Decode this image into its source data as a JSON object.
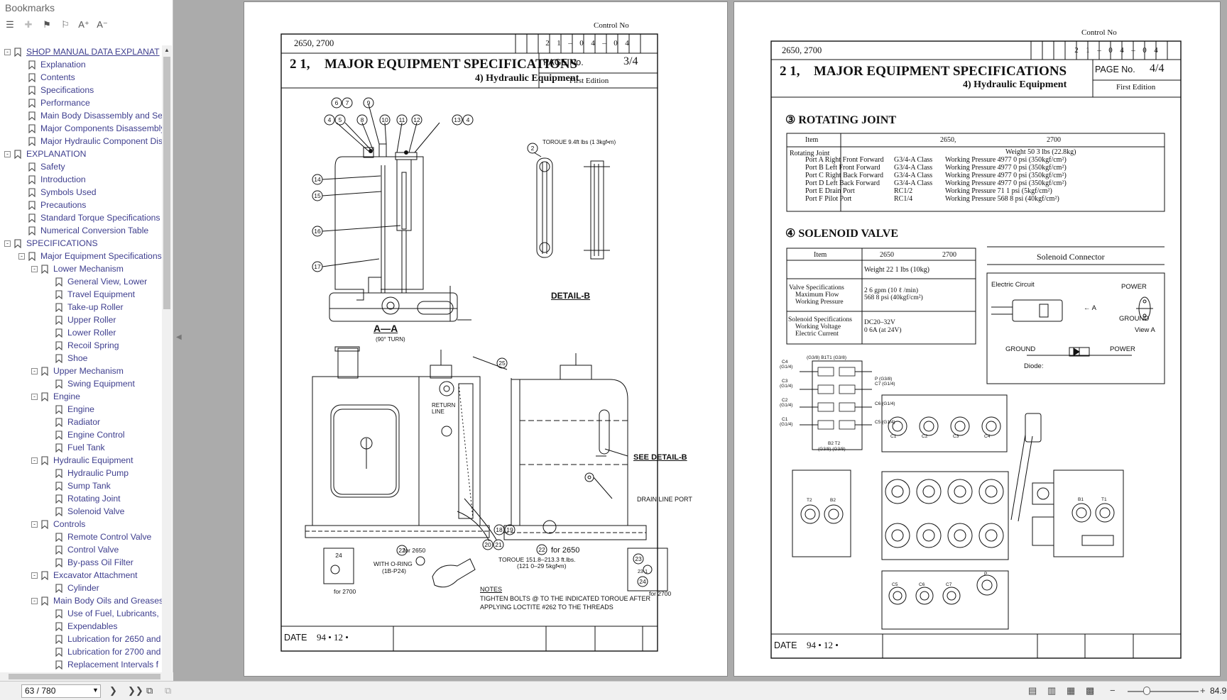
{
  "sidebar": {
    "title": "Bookmarks",
    "items": [
      {
        "label": "SHOP MANUAL  DATA EXPLANAT",
        "level": 0,
        "expander": "-",
        "selected": true
      },
      {
        "label": "Explanation",
        "level": 1
      },
      {
        "label": "Contents",
        "level": 1
      },
      {
        "label": "Specifications",
        "level": 1
      },
      {
        "label": "Performance",
        "level": 1
      },
      {
        "label": "Main Body Disassembly and Ser",
        "level": 1
      },
      {
        "label": "Major Components Disassembly",
        "level": 1
      },
      {
        "label": "Major Hydraulic Component Dis",
        "level": 1
      },
      {
        "label": "EXPLANATION",
        "level": 0,
        "expander": "-"
      },
      {
        "label": "Safety",
        "level": 1
      },
      {
        "label": "Introduction",
        "level": 1
      },
      {
        "label": "Symbols Used",
        "level": 1
      },
      {
        "label": "Precautions",
        "level": 1
      },
      {
        "label": "Standard Torque Specifications",
        "level": 1
      },
      {
        "label": "Numerical Conversion Table",
        "level": 1
      },
      {
        "label": "SPECIFICATIONS",
        "level": 0,
        "expander": "-"
      },
      {
        "label": "Major Equipment Specifications",
        "level": 1,
        "expander": "-"
      },
      {
        "label": "Lower Mechanism",
        "level": 2,
        "expander": "-"
      },
      {
        "label": "General View, Lower",
        "level": 3
      },
      {
        "label": "Travel Equipment",
        "level": 3
      },
      {
        "label": "Take-up Roller",
        "level": 3
      },
      {
        "label": "Upper Roller",
        "level": 3
      },
      {
        "label": "Lower Roller",
        "level": 3
      },
      {
        "label": "Recoil Spring",
        "level": 3
      },
      {
        "label": "Shoe",
        "level": 3
      },
      {
        "label": "Upper Mechanism",
        "level": 2,
        "expander": "-"
      },
      {
        "label": "Swing Equipment",
        "level": 3
      },
      {
        "label": "Engine",
        "level": 2,
        "expander": "-"
      },
      {
        "label": "Engine",
        "level": 3
      },
      {
        "label": "Radiator",
        "level": 3
      },
      {
        "label": "Engine Control",
        "level": 3
      },
      {
        "label": "Fuel Tank",
        "level": 3
      },
      {
        "label": "Hydraulic Equipment",
        "level": 2,
        "expander": "-"
      },
      {
        "label": "Hydraulic Pump",
        "level": 3
      },
      {
        "label": "Sump Tank",
        "level": 3
      },
      {
        "label": "Rotating Joint",
        "level": 3
      },
      {
        "label": "Solenoid Valve",
        "level": 3
      },
      {
        "label": "Controls",
        "level": 2,
        "expander": "-"
      },
      {
        "label": "Remote Control Valve",
        "level": 3
      },
      {
        "label": "Control Valve",
        "level": 3
      },
      {
        "label": "By-pass Oil Filter",
        "level": 3
      },
      {
        "label": "Excavator Attachment",
        "level": 2,
        "expander": "-"
      },
      {
        "label": "Cylinder",
        "level": 3
      },
      {
        "label": "Main Body Oils and Greases",
        "level": 2,
        "expander": "-"
      },
      {
        "label": "Use of Fuel, Lubricants,",
        "level": 3
      },
      {
        "label": "Expendables",
        "level": 3
      },
      {
        "label": "Lubrication for 2650 and",
        "level": 3
      },
      {
        "label": "Lubrication for 2700 and",
        "level": 3
      },
      {
        "label": "Replacement Intervals f",
        "level": 3
      }
    ]
  },
  "status": {
    "page_display": "63 / 780",
    "zoom": "84.92"
  },
  "page3": {
    "control_label": "Control No",
    "models": "2650,   2700",
    "control_digits": [
      "2",
      "1",
      "–",
      "0",
      "4",
      "–",
      "0",
      "4"
    ],
    "section": "2 1,",
    "title": "MAJOR EQUIPMENT SPECIFICATIONS",
    "subtitle": "4) Hydraulic Equipment",
    "page_label": "PAGE  No.",
    "page_num": "3/4",
    "edition": "First Edition",
    "labels": {
      "torque_top": "TOROUE 9.4ft lbs  (1 3kgf•m)",
      "detail_b": "DETAIL-B",
      "section_aa": "A—A",
      "turn": "(90° TURN)",
      "return_line": "RETURN LINE",
      "see_detail": "SEE DETAIL-B",
      "drain": "DRAIN LINE PORT",
      "for2650_a": "for 2650",
      "for2650_b": "for 2650",
      "oring": "WITH O-RING",
      "oring_spec": "(1B-P24)",
      "torque_bottom": "TOROUE 151.8–213.3 ft.lbs.",
      "torque_bottom_kgf": "(121 0–29 5kgf•m)",
      "for2700_a": "for 2700",
      "for2700_b": "for 2700",
      "notes": "NOTES",
      "notes_1": "TIGHTEN BOLTS @ TO THE INDICATED TOROUE AFTER",
      "notes_2": "APPLYING LOCTITE #262 TO THE THREADS"
    },
    "callouts": [
      "6",
      "7",
      "9",
      "4",
      "5",
      "8",
      "10",
      "11",
      "12",
      "13",
      "4",
      "14",
      "15",
      "16",
      "17",
      "2",
      "25",
      "18",
      "19",
      "20",
      "21",
      "22",
      "22",
      "23",
      "23-1",
      "24",
      "24"
    ],
    "date_label": "DATE",
    "date_value": "94  •  12  •"
  },
  "page4": {
    "control_label": "Control No",
    "models": "2650,   2700",
    "control_digits": [
      "2",
      "1",
      "–",
      "0",
      "4",
      "–",
      "0",
      "4"
    ],
    "section": "2 1,",
    "title": "MAJOR EQUIPMENT SPECIFICATIONS",
    "subtitle": "4) Hydraulic Equipment",
    "page_label": "PAGE  No.",
    "page_num": "4/4",
    "edition": "First Edition",
    "rotating": {
      "heading": "③ ROTATING JOINT",
      "col_item": "Item",
      "col_2650": "2650,",
      "col_2700": "2700",
      "row_label": "Rotating Joint",
      "weight": "Weight 50 3 lbs  (22.8kg)",
      "ports": [
        [
          "Port A  Right Front Forward",
          "G3/4-A Class",
          "Working Pressure 4977 0 psi (350kgf/cm²)"
        ],
        [
          "Port B  Left Front Forward",
          "G3/4-A Class",
          "Working Pressure 4977 0 psi (350kgf/cm²)"
        ],
        [
          "Port C  Right Back Forward",
          "G3/4-A Class",
          "Working Pressure 4977 0 psi (350kgf/cm²)"
        ],
        [
          "Port D  Left Back Forward",
          "G3/4-A Class",
          "Working Pressure 4977 0 psi (350kgf/cm²)"
        ],
        [
          "Port E  Drain Port",
          "RC1/2",
          "Working Pressure 71 1 psi (5kgf/cm²)"
        ],
        [
          "Port F  Pilot Port",
          "RC1/4",
          "Working Pressure 568 8 psi (40kgf/cm²)"
        ]
      ]
    },
    "solenoid": {
      "heading": "④ SOLENOID VALVE",
      "col_item": "Item",
      "col_2650": "2650",
      "col_2700": "2700",
      "weight": "Weight  22 1 lbs  (10kg)",
      "valve_label_1": "Valve Specifications",
      "valve_label_2": "Maximum Flow",
      "valve_label_3": "Working Pressure",
      "valve_val_1": "2 6 gpm (10 ℓ /min)",
      "valve_val_2": "568 8 psi (40kgf/cm²)",
      "sol_label_1": "Solenoid Specifications",
      "sol_label_2": "Working Voltage",
      "sol_label_3": "Electric Current",
      "sol_val_1": "DC20–32V",
      "sol_val_2": "0 6A (at 24V)",
      "connector_title": "Solenoid Connector",
      "circuit": "Electric Circuit",
      "power": "POWER",
      "ground": "GROUND",
      "view_a": "View A",
      "arrow_a": "← A",
      "ground2": "GROUND",
      "power2": "POWER",
      "diode": "Diode:"
    },
    "schematic_ports": [
      "C4",
      "(G1/4)",
      "C3",
      "(G1/4)",
      "C2",
      "(G1/4)",
      "C1",
      "(G1/4)",
      "(G3/8) B1T1 (G3/8)",
      "B2 T2",
      "(G3/8) (G3/8)",
      "P (G3/8)",
      "C7 (G1/4)",
      "C6 (G1/4)",
      "C5 (G1/4)"
    ],
    "valve_ports": [
      "C1",
      "C2",
      "C3",
      "C4",
      "T2",
      "B2",
      "B1",
      "T1",
      "C5",
      "C6",
      "C7",
      "P"
    ],
    "date_label": "DATE",
    "date_value": "94  •  12  •"
  }
}
